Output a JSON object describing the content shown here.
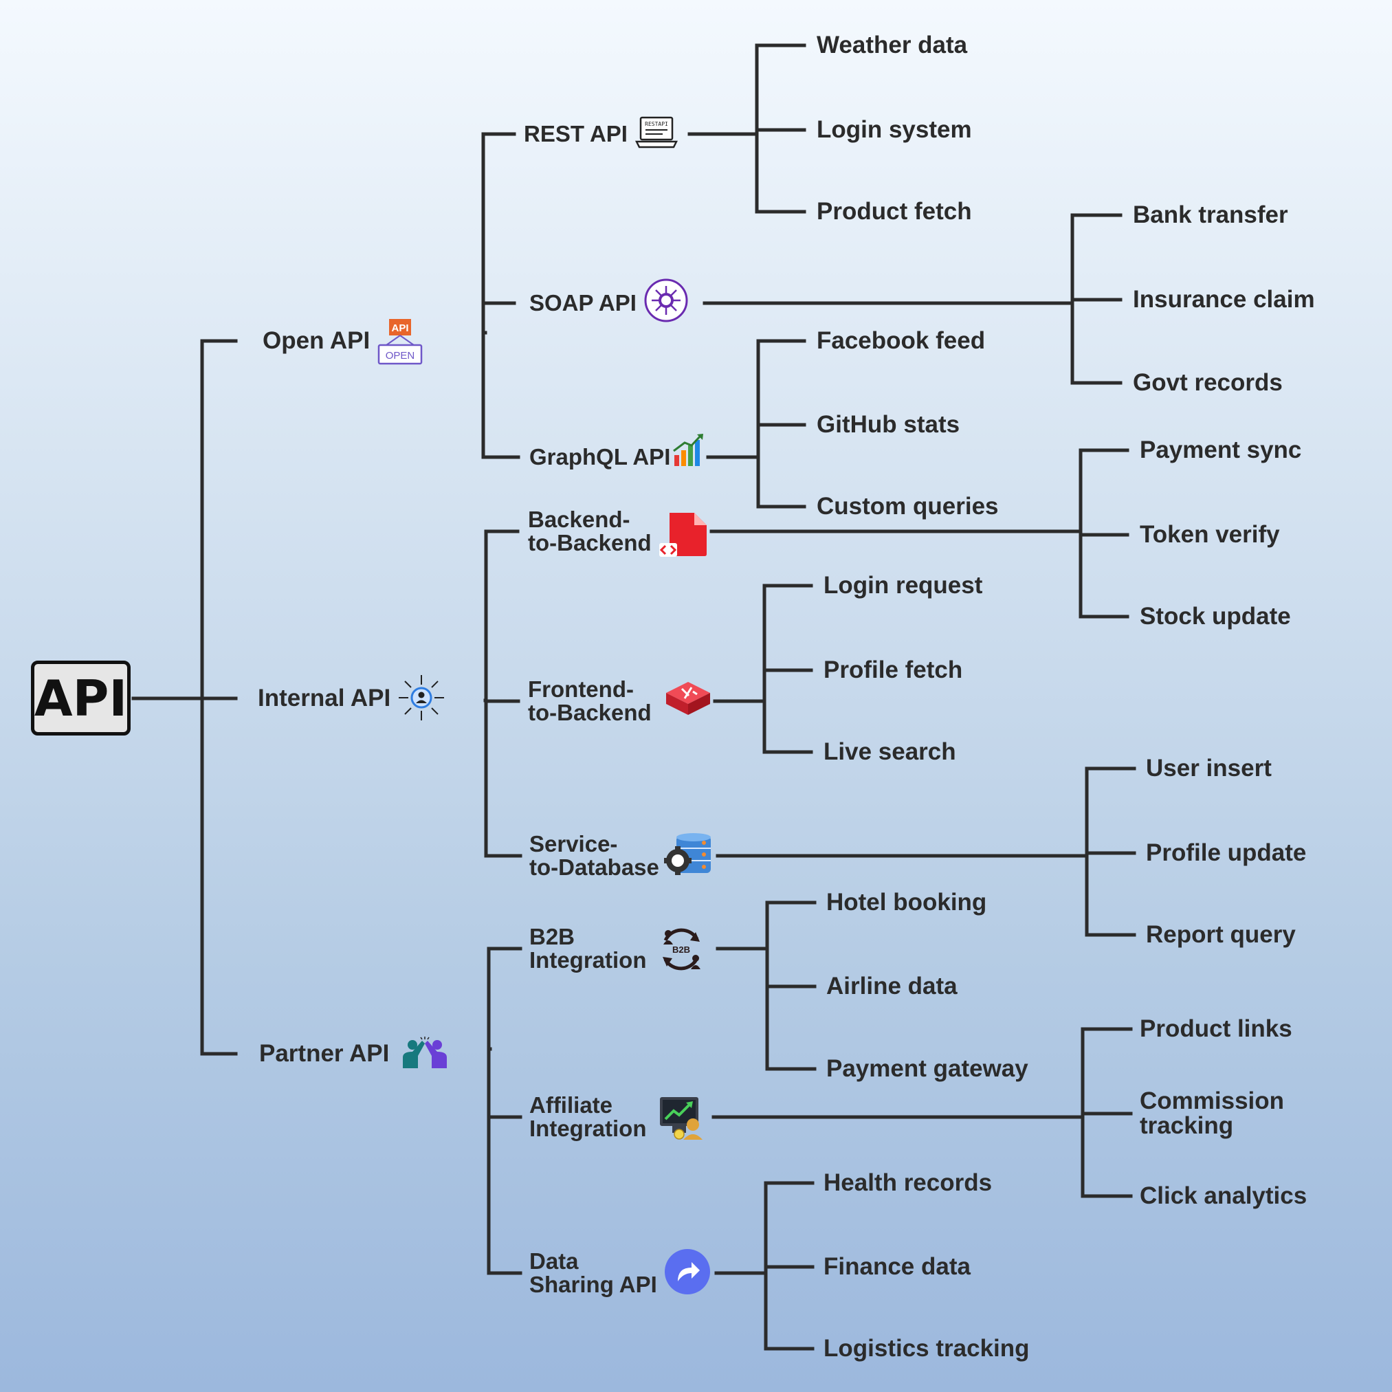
{
  "root": {
    "label": "API"
  },
  "categories": [
    {
      "label": "Open API",
      "icon": "open-sign-icon",
      "icon_text": "API",
      "icon_sub": "OPEN",
      "children": [
        {
          "label": "REST API",
          "icon": "rest-api-laptop-icon",
          "icon_text": "RESTAPI",
          "leaves": [
            "Weather data",
            "Login system",
            "Product fetch"
          ]
        },
        {
          "label": "SOAP API",
          "icon": "soap-bubble-icon",
          "leaves": [
            "Bank transfer",
            "Insurance claim",
            "Govt records"
          ]
        },
        {
          "label": "GraphQL API",
          "icon": "growth-chart-icon",
          "leaves": [
            "Facebook feed",
            "GitHub stats",
            "Custom queries"
          ]
        }
      ]
    },
    {
      "label": "Internal API",
      "icon": "user-network-icon",
      "children": [
        {
          "label": "Backend-\nto-Backend",
          "icon": "code-file-icon",
          "leaves": [
            "Payment sync",
            "Token verify",
            "Stock update"
          ]
        },
        {
          "label": "Frontend-\nto-Backend",
          "icon": "api-cube-icon",
          "leaves": [
            "Login request",
            "Profile fetch",
            "Live search"
          ]
        },
        {
          "label": "Service-\nto-Database",
          "icon": "database-gear-icon",
          "leaves": [
            "User insert",
            "Profile update",
            "Report query"
          ]
        }
      ]
    },
    {
      "label": "Partner API",
      "icon": "high-five-icon",
      "children": [
        {
          "label": "B2B\nIntegration",
          "icon": "b2b-cycle-icon",
          "icon_text": "B2B",
          "leaves": [
            "Hotel booking",
            "Airline data",
            "Payment gateway"
          ]
        },
        {
          "label": "Affiliate\nIntegration",
          "icon": "affiliate-monitor-icon",
          "leaves": [
            "Product links",
            "Commission\ntracking",
            "Click analytics"
          ]
        },
        {
          "label": "Data\nSharing API",
          "icon": "share-arrow-icon",
          "leaves": [
            "Health records",
            "Finance data",
            "Logistics tracking"
          ]
        }
      ]
    }
  ],
  "colors": {
    "line": "#2b2b2b",
    "text": "#2b2b2b",
    "background_top": "#f4f9fe",
    "background_bottom": "#9cb8dd"
  }
}
